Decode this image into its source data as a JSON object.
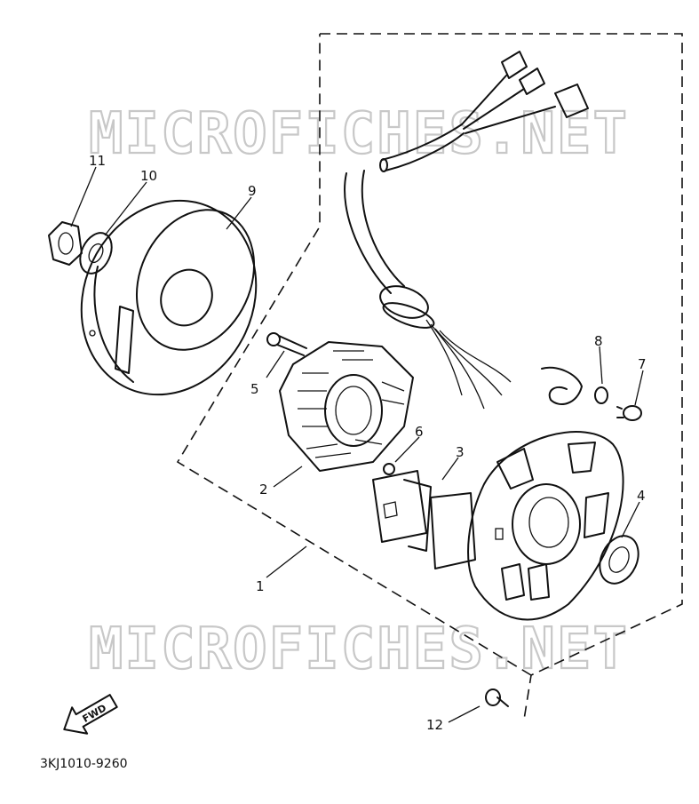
{
  "watermark": {
    "top": "MICROFICHES.NET",
    "bottom": "MICROFICHES.NET"
  },
  "callouts": {
    "n1": "1",
    "n2": "2",
    "n3": "3",
    "n4": "4",
    "n5": "5",
    "n6": "6",
    "n7": "7",
    "n8": "8",
    "n9": "9",
    "n10": "10",
    "n11": "11",
    "n12": "12"
  },
  "fwd_arrow_label": "FWD",
  "diagram_code": "3KJ1010-9260"
}
